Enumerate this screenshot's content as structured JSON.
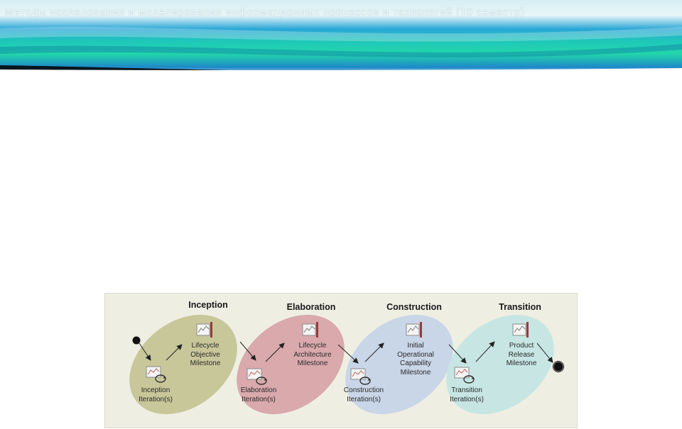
{
  "header": {
    "title": "Методы исследования и моделирования информационных процессов и технологий (10 семестр)"
  },
  "colors": {
    "inception": "#c8c79a",
    "elaboration": "#d9a9ac",
    "construction": "#c9d6e8",
    "transition": "#c7e6e3",
    "panel": "#efeee3"
  },
  "diagram": {
    "phases": [
      {
        "name": "Inception",
        "iteration": [
          "Inception",
          "Iteration(s)"
        ],
        "milestone": [
          "Lifecycle",
          "Objective",
          "Milestone"
        ]
      },
      {
        "name": "Elaboration",
        "iteration": [
          "Elaboration",
          "Iteration(s)"
        ],
        "milestone": [
          "Lifecycle",
          "Architecture",
          "Milestone"
        ]
      },
      {
        "name": "Construction",
        "iteration": [
          "Construction",
          "Iteration(s)"
        ],
        "milestone": [
          "Initial",
          "Operational",
          "Capability",
          "Milestone"
        ]
      },
      {
        "name": "Transition",
        "iteration": [
          "Transition",
          "Iteration(s)"
        ],
        "milestone": [
          "Product",
          "Release",
          "Milestone"
        ]
      }
    ],
    "icons": {
      "iteration": "iteration-cycle-icon",
      "milestone": "milestone-flag-icon"
    }
  }
}
